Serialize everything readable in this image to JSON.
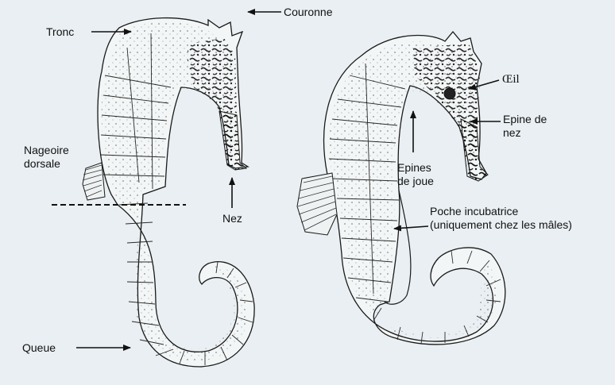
{
  "colors": {
    "background": "#e9eff2",
    "ink": "#1a1a1a",
    "body_fill": "#f2f5f5"
  },
  "labels": {
    "tronc": "Tronc",
    "couronne": "Couronne",
    "nageoire_dorsale": "Nageoire\ndorsale",
    "nez": "Nez",
    "queue": "Queue",
    "oeil": "Œil",
    "epine_de_nez": "Epine de\nnez",
    "epines_de_joue": "Epines\nde joue",
    "poche_incubatrice": "Poche incubatrice\n(uniquement chez les mâles)"
  }
}
